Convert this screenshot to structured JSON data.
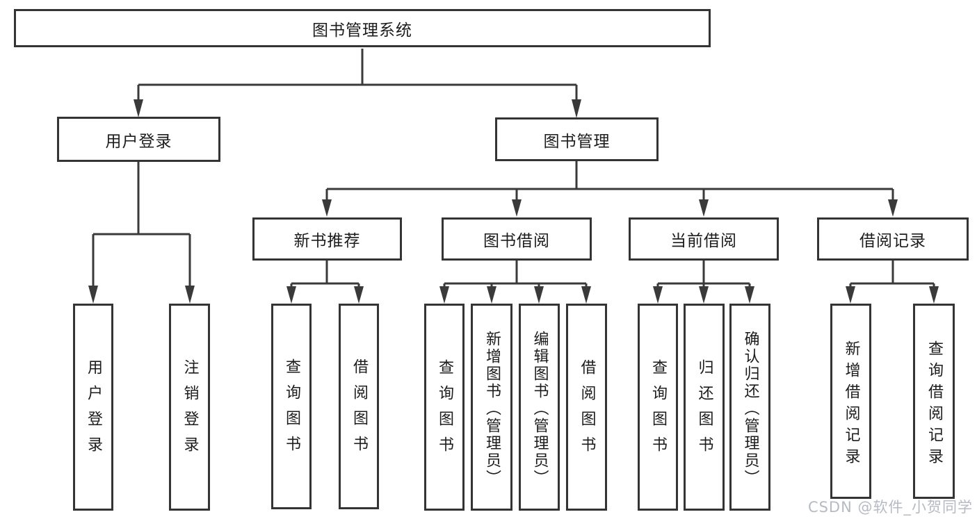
{
  "diagram": {
    "title": "图书管理系统",
    "nodes": {
      "root": {
        "label": "图书管理系统"
      },
      "user_login": {
        "label": "用户登录"
      },
      "book_mgmt": {
        "label": "图书管理"
      },
      "new_rec": {
        "label": "新书推荐"
      },
      "book_borrow": {
        "label": "图书借阅"
      },
      "current_borrow": {
        "label": "当前借阅"
      },
      "borrow_records": {
        "label": "借阅记录"
      },
      "login": {
        "label": "用户登录"
      },
      "logout": {
        "label": "注销登录"
      },
      "rec_query": {
        "label": "查询图书"
      },
      "rec_borrow": {
        "label": "借阅图书"
      },
      "bb_query": {
        "label": "查询图书"
      },
      "bb_add": {
        "label": "新增图书（管理员）"
      },
      "bb_edit": {
        "label": "编辑图书（管理员）"
      },
      "bb_borrow": {
        "label": "借阅图书"
      },
      "cb_query": {
        "label": "查询图书"
      },
      "cb_return": {
        "label": "归还图书"
      },
      "cb_confirm": {
        "label": "确认归还（管理员）"
      },
      "br_add": {
        "label": "新增借阅记录"
      },
      "br_query": {
        "label": "查询借阅记录"
      }
    },
    "structure": {
      "root": "图书管理系统",
      "children": [
        {
          "label": "用户登录",
          "children": [
            "用户登录",
            "注销登录"
          ]
        },
        {
          "label": "图书管理",
          "children": [
            {
              "label": "新书推荐",
              "children": [
                "查询图书",
                "借阅图书"
              ]
            },
            {
              "label": "图书借阅",
              "children": [
                "查询图书",
                "新增图书（管理员）",
                "编辑图书（管理员）",
                "借阅图书"
              ]
            },
            {
              "label": "当前借阅",
              "children": [
                "查询图书",
                "归还图书",
                "确认归还（管理员）"
              ]
            },
            {
              "label": "借阅记录",
              "children": [
                "新增借阅记录",
                "查询借阅记录"
              ]
            }
          ]
        }
      ]
    },
    "colors": {
      "line": "#3a3a3a",
      "box_border": "#343434",
      "text": "#1c1c1c",
      "background": "#ffffff",
      "watermark": "#9ea3af"
    }
  },
  "watermark": {
    "text": "CSDN @软件_小贺同学"
  }
}
